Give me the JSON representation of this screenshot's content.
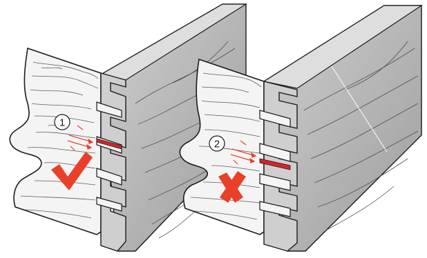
{
  "callouts": [
    {
      "number": "1",
      "verdict": "correct"
    },
    {
      "number": "2",
      "verdict": "incorrect"
    }
  ],
  "icons": {
    "correct": "check-mark-icon",
    "incorrect": "cross-mark-icon"
  },
  "colors": {
    "accent": "#e8402a",
    "wood_face": "#f4f4f4",
    "wood_side": "#b8b8b8",
    "wood_top": "#d9d9d9",
    "grain": "#5c5c5c",
    "outline": "#1a1a1a",
    "joint_gap": "#d8232a"
  }
}
